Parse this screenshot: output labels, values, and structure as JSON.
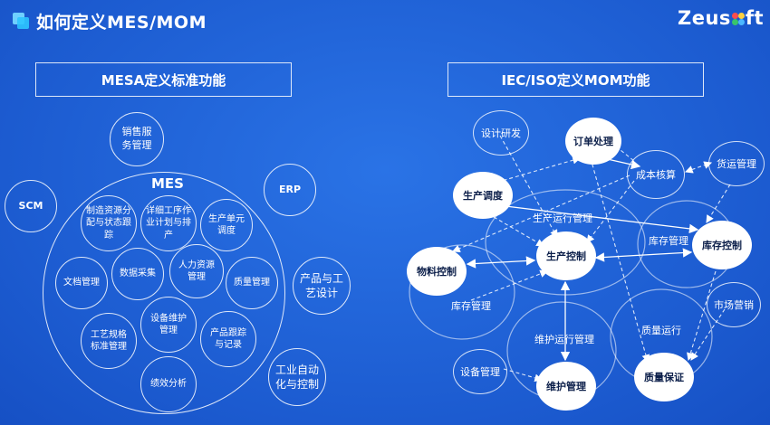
{
  "header": {
    "title": "如何定义MES/MOM",
    "logo_text_a": "Zeus",
    "logo_text_b": "ft"
  },
  "left": {
    "box_title": "MESA定义标准功能",
    "big_circle_label": "MES",
    "outer_nodes": {
      "scm": "SCM",
      "sales": "销售服务管理",
      "erp": "ERP",
      "product": "产品与工艺设计",
      "automation": "工业自动化与控制"
    },
    "inner_nodes": {
      "resource": "制造资源分配与状态跟踪",
      "schedule": "详细工序作业计划与排产",
      "unit": "生产单元调度",
      "doc": "文档管理",
      "datacollect": "数据采集",
      "hr": "人力资源管理",
      "quality": "质量管理",
      "process": "工艺规格标准管理",
      "equipment": "设备维护管理",
      "tracking": "产品跟踪与记录",
      "performance": "绩效分析"
    }
  },
  "right": {
    "box_title": "IEC/ISO定义MOM功能",
    "nodes": {
      "design": "设计研发",
      "order": "订单处理",
      "cost": "成本核算",
      "shipping": "货运管理",
      "dispatch": "生产调度",
      "prodops": "生产运行管理",
      "prodctrl": "生产控制",
      "invmgmt_top": "库存管理",
      "invctrl": "库存控制",
      "material": "物料控制",
      "invmgmt_left": "库存管理",
      "market": "市场营销",
      "qualityops": "质量运行",
      "maintops": "维护运行管理",
      "equipment": "设备管理",
      "maintmgmt": "维护管理",
      "qa": "质量保证"
    }
  },
  "colors": {
    "background": "#1f63d6",
    "line": "#ffffff",
    "white_node": "#ffffff",
    "white_node_text": "#0c1f4a",
    "logo_petal_1": "#ff4d4d",
    "logo_petal_2": "#ffd23f",
    "logo_petal_3": "#39c56b",
    "logo_petal_4": "#4cb8ff"
  }
}
